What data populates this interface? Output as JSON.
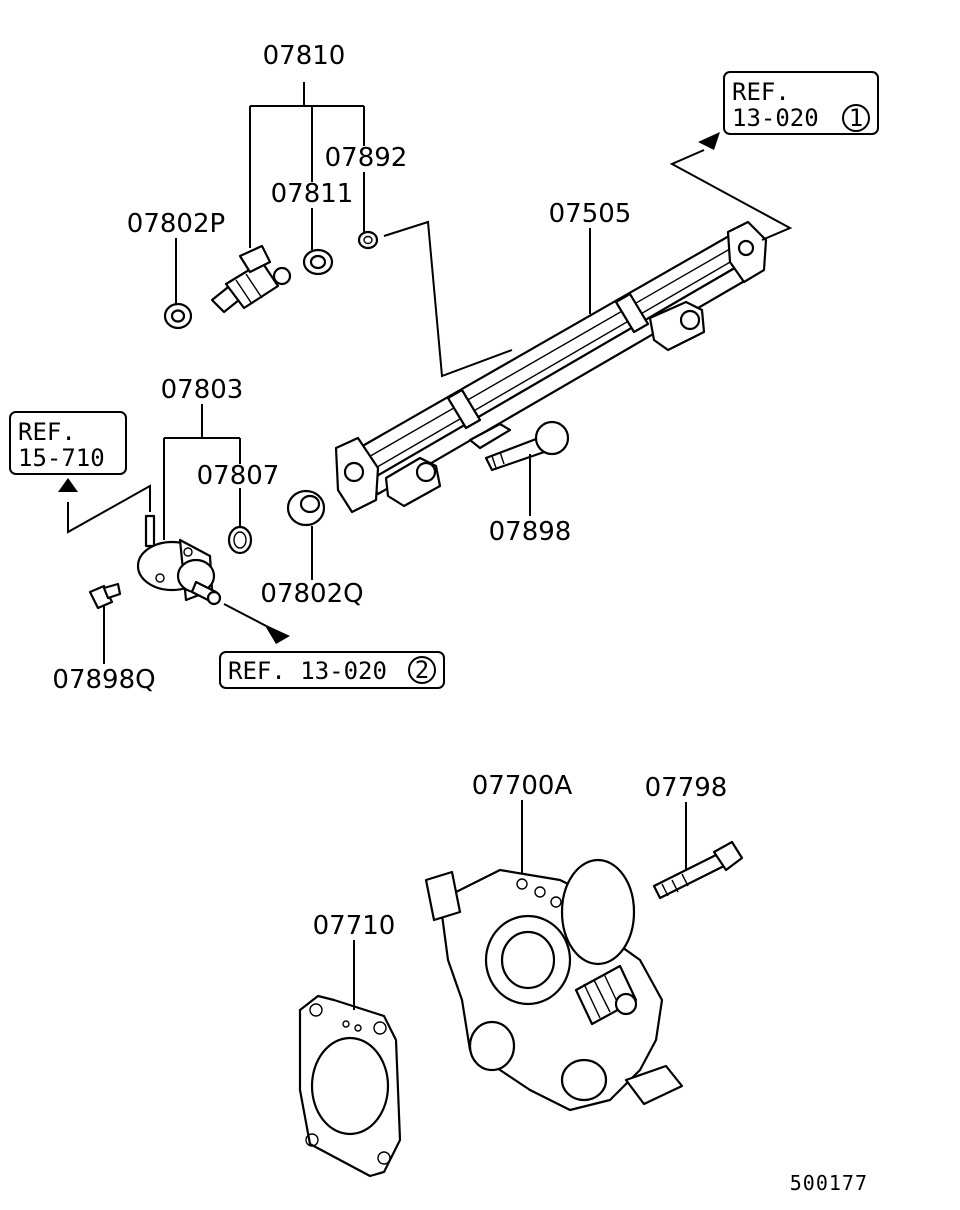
{
  "parts": {
    "p07810": "07810",
    "p07892": "07892",
    "p07811": "07811",
    "p07802P": "07802P",
    "p07505": "07505",
    "p07803": "07803",
    "p07807": "07807",
    "p07898": "07898",
    "p07802Q": "07802Q",
    "p07898Q": "07898Q",
    "p07700A": "07700A",
    "p07798": "07798",
    "p07710": "07710"
  },
  "refs": {
    "ref_13_020_1_line1": "REF.",
    "ref_13_020_1_line2": "13-020",
    "ref_13_020_1_num": "1",
    "ref_15_710_line1": "REF.",
    "ref_15_710_line2": "15-710",
    "ref_13_020_2_text": "REF. 13-020",
    "ref_13_020_2_num": "2"
  },
  "footer": {
    "diagram_id": "500177"
  }
}
